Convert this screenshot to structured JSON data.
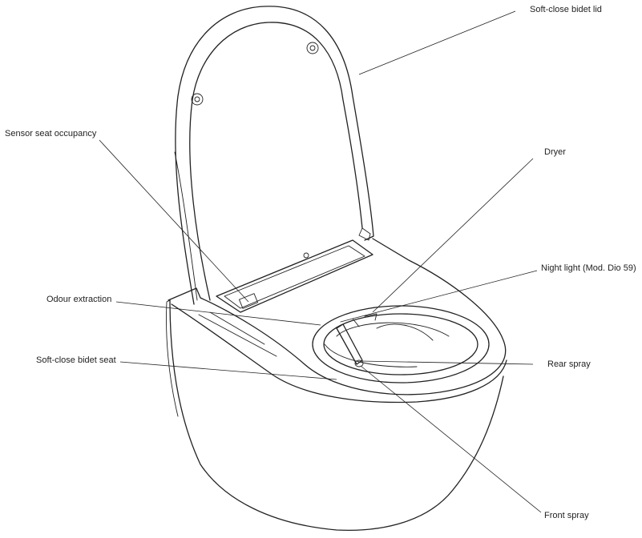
{
  "labels": {
    "soft_close_lid": "Soft-close bidet lid",
    "sensor_seat": "Sensor seat occupancy",
    "dryer": "Dryer",
    "night_light": "Night light (Mod. Dio 59)",
    "odour_extraction": "Odour extraction",
    "soft_close_seat": "Soft-close bidet seat",
    "rear_spray": "Rear spray",
    "front_spray": "Front spray"
  }
}
